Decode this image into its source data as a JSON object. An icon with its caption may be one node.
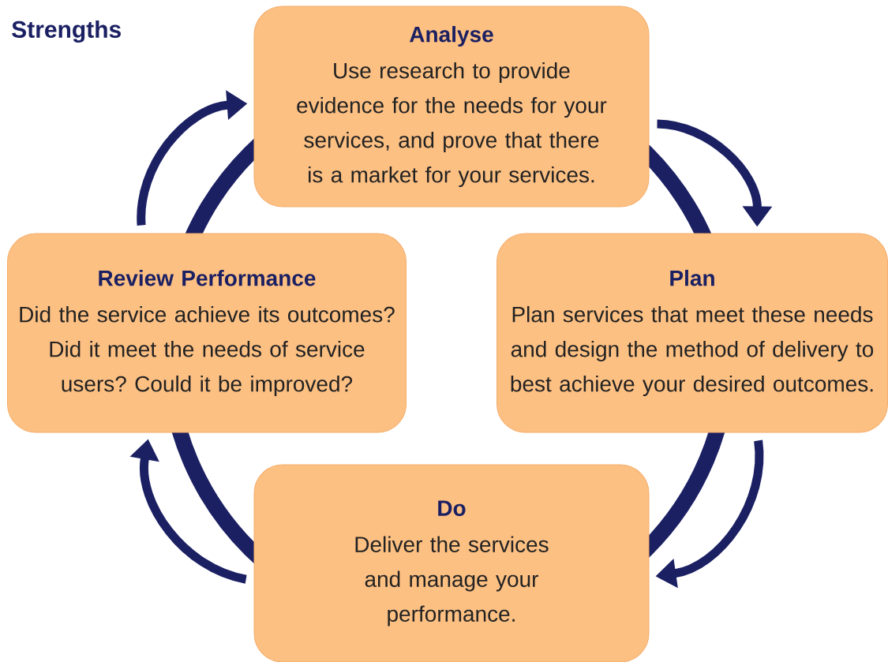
{
  "diagram": {
    "title": "Strengths",
    "nodes": [
      {
        "text": [
          "Analyse",
          "Use research to provide evidence for the needs for your services, and prove that there is a market for your services."
        ]
      },
      {
        "text": [
          "Review Performance",
          "Did the service achieve its outcomes? Did it meet the needs of service users? Could it be improved?"
        ]
      },
      {
        "text": [
          "Plan",
          "Plan services that meet these needs and design the method of delivery to best achieve your desired outcomes."
        ]
      },
      {
        "text": [
          "Do",
          "Deliver the services and manage your performance."
        ]
      }
    ],
    "edges": [
      {
        "from": 0,
        "to": 2,
        "arrow": "to"
      },
      {
        "from": 2,
        "to": 3,
        "arrow": "to"
      },
      {
        "from": 3,
        "to": 1,
        "arrow": "to"
      },
      {
        "from": 1,
        "to": 0,
        "arrow": "to"
      }
    ]
  }
}
